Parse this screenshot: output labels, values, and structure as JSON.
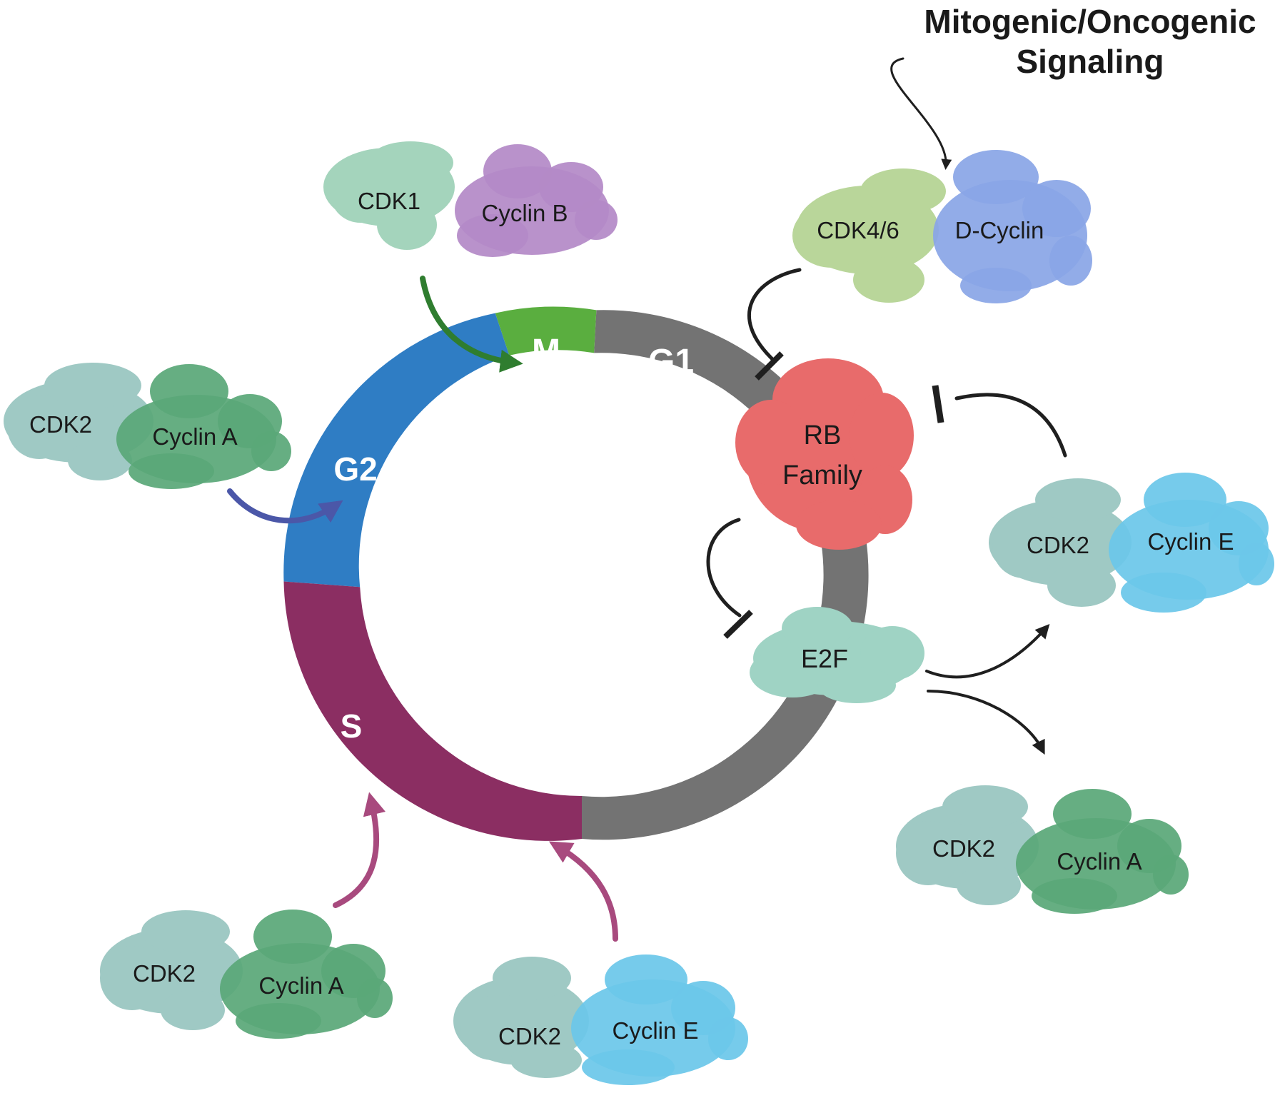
{
  "title": {
    "line1": "Mitogenic/Oncogenic",
    "line2": "Signaling"
  },
  "phases": {
    "m": "M",
    "g1": "G1",
    "g2": "G2",
    "s": "S"
  },
  "complexes": {
    "cdk1_cyclinb": {
      "cdk": "CDK1",
      "cyclin": "Cyclin B"
    },
    "cdk46_dcyclin": {
      "cdk": "CDK4/6",
      "cyclin": "D-Cyclin"
    },
    "cdk2_cyclina_left": {
      "cdk": "CDK2",
      "cyclin": "Cyclin A"
    },
    "cdk2_cycline_right": {
      "cdk": "CDK2",
      "cyclin": "Cyclin E"
    },
    "cdk2_cyclina_right": {
      "cdk": "CDK2",
      "cyclin": "Cyclin A"
    },
    "cdk2_cyclina_bottom": {
      "cdk": "CDK2",
      "cyclin": "Cyclin A"
    },
    "cdk2_cycline_bottom": {
      "cdk": "CDK2",
      "cyclin": "Cyclin E"
    }
  },
  "rb": {
    "line1": "RB",
    "line2": "Family"
  },
  "e2f": "E2F",
  "colors": {
    "g1": "#737373",
    "m": "#5aae3f",
    "g2": "#2f7dc4",
    "s": "#8b2e62",
    "cdk2": "#9fc9c4",
    "cyclin_a": "#5aa878",
    "cyclin_e": "#6cc7ea",
    "cdk1": "#a4d4bc",
    "cyclin_b": "#b48ac7",
    "cdk46": "#b9d69a",
    "d_cyclin": "#8aa6e6",
    "rb": "#e86b6b",
    "e2f": "#9fd3c4"
  }
}
